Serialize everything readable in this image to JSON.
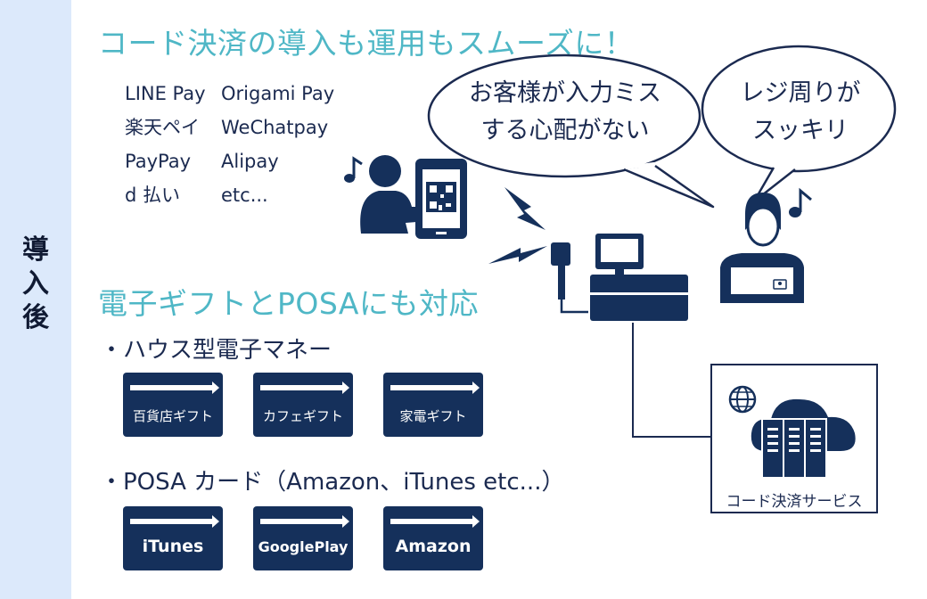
{
  "sidebar": {
    "label": "導入後"
  },
  "headline": "コード決済の導入も運用もスムーズに！",
  "payment_methods": [
    "LINE Pay",
    "Origami Pay",
    "楽天ペイ",
    "WeChatpay",
    "PayPay",
    "Alipay",
    "d 払い",
    "etc..."
  ],
  "bubbles": {
    "customer": [
      "お客様が入力ミス",
      "する心配がない"
    ],
    "register": [
      "レジ周りが",
      "スッキリ"
    ]
  },
  "gift_heading": "電子ギフトとPOSAにも対応",
  "house_money": {
    "bullet": "・ハウス型電子マネー",
    "cards": [
      "百貨店ギフト",
      "カフェギフト",
      "家電ギフト"
    ]
  },
  "posa": {
    "bullet": "・POSA カード（Amazon、iTunes etc...）",
    "cards": [
      "iTunes",
      "GooglePlay",
      "Amazon"
    ]
  },
  "service_label": "コード決済サービス",
  "colors": {
    "accent": "#4fb7c6",
    "navy": "#15305b",
    "sidebar": "#dce9fb"
  }
}
